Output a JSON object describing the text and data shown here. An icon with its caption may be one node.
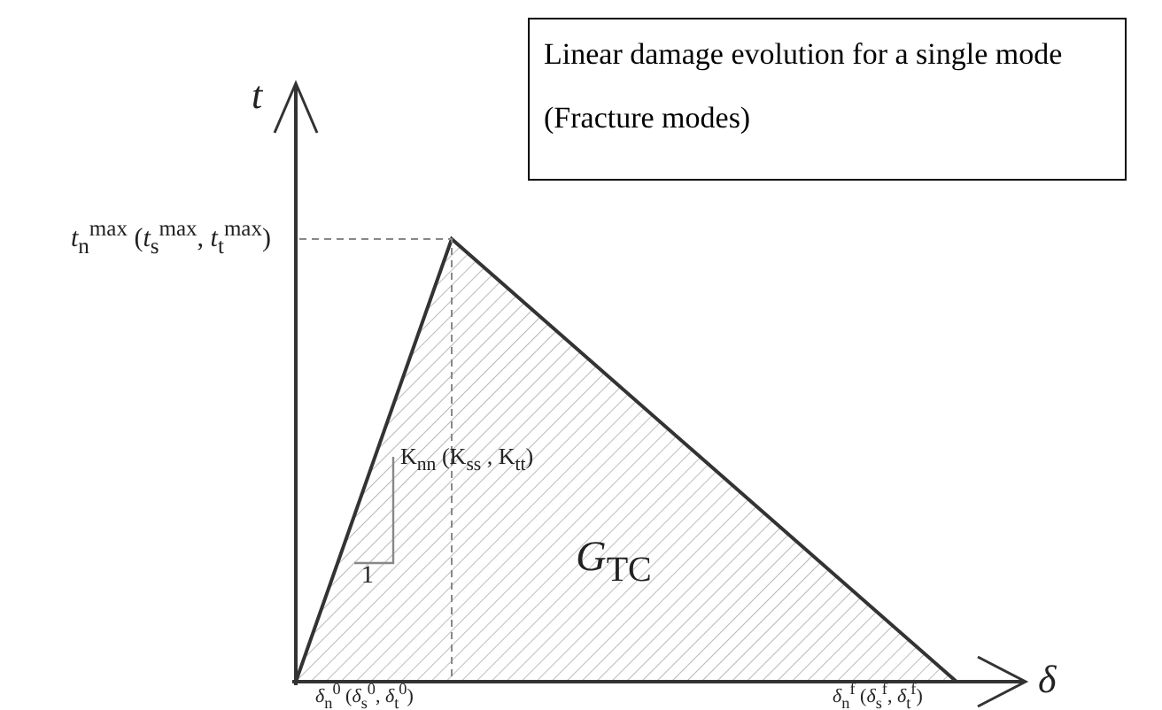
{
  "diagram": {
    "labels": [
      "Linear damage evolution for a single mode (Fracture modes)",
      "*t*",
      "*t*$_{n}$$^{max}$ (*t*$_{s}$$^{max}$, *t*$_{t}$$^{max}$)",
      "K$_{nn}$ (K$_{ss}$ , K$_{tt}$)",
      "1",
      "*G*$_{TC}$",
      "*δ*$_{n}$$^{0}$ (*δ*$_{s}$$^{0}$, *δ*$_{t}$$^{0}$)",
      "*δ*$_{n}$$^{f}$ (*δ*$_{s}$$^{f}$, *δ*$_{t}$$^{f}$)",
      "*δ*"
    ]
  }
}
